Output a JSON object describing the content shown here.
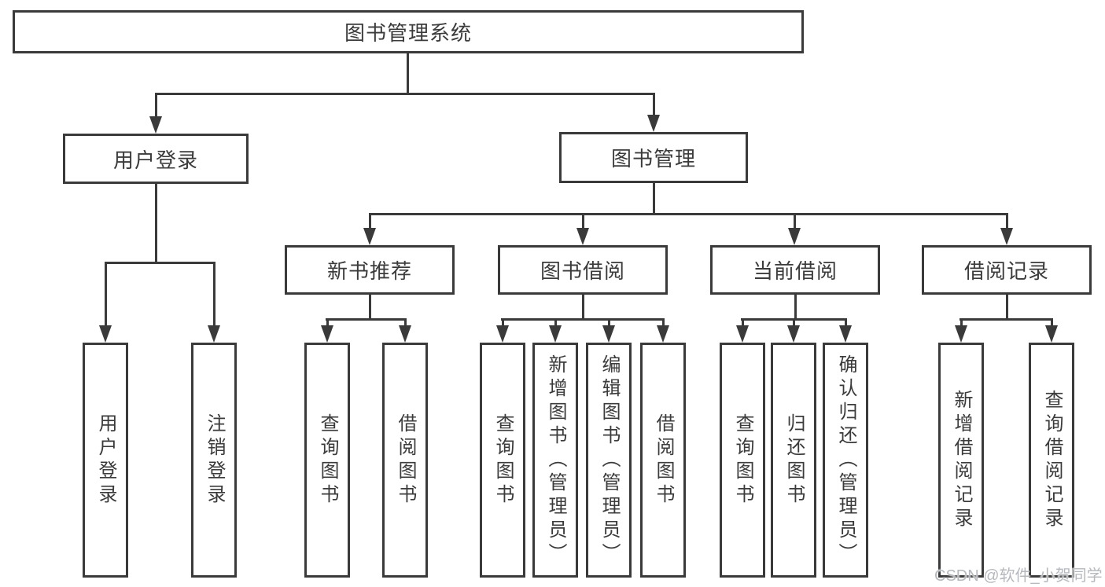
{
  "tree": {
    "root": {
      "label": "图书管理系统"
    },
    "branches": [
      {
        "label": "用户登录",
        "children": [
          {
            "label": "用户登录"
          },
          {
            "label": "注销登录"
          }
        ]
      },
      {
        "label": "图书管理",
        "groups": [
          {
            "label": "新书推荐",
            "children": [
              {
                "label": "查询图书"
              },
              {
                "label": "借阅图书"
              }
            ]
          },
          {
            "label": "图书借阅",
            "children": [
              {
                "label": "查询图书"
              },
              {
                "label": "新增图书（管理员）"
              },
              {
                "label": "编辑图书（管理员）"
              },
              {
                "label": "借阅图书"
              }
            ]
          },
          {
            "label": "当前借阅",
            "children": [
              {
                "label": "查询图书"
              },
              {
                "label": "归还图书"
              },
              {
                "label": "确认归还（管理员）"
              }
            ]
          },
          {
            "label": "借阅记录",
            "children": [
              {
                "label": "新增借阅记录"
              },
              {
                "label": "查询借阅记录"
              }
            ]
          }
        ]
      }
    ]
  },
  "watermark": {
    "label": "CSDN @软件_小贺同学"
  },
  "colors": {
    "line": "#3a3a3a",
    "text": "#3b3b3b",
    "watermark": "#b5b8bc",
    "background": "#ffffff"
  }
}
